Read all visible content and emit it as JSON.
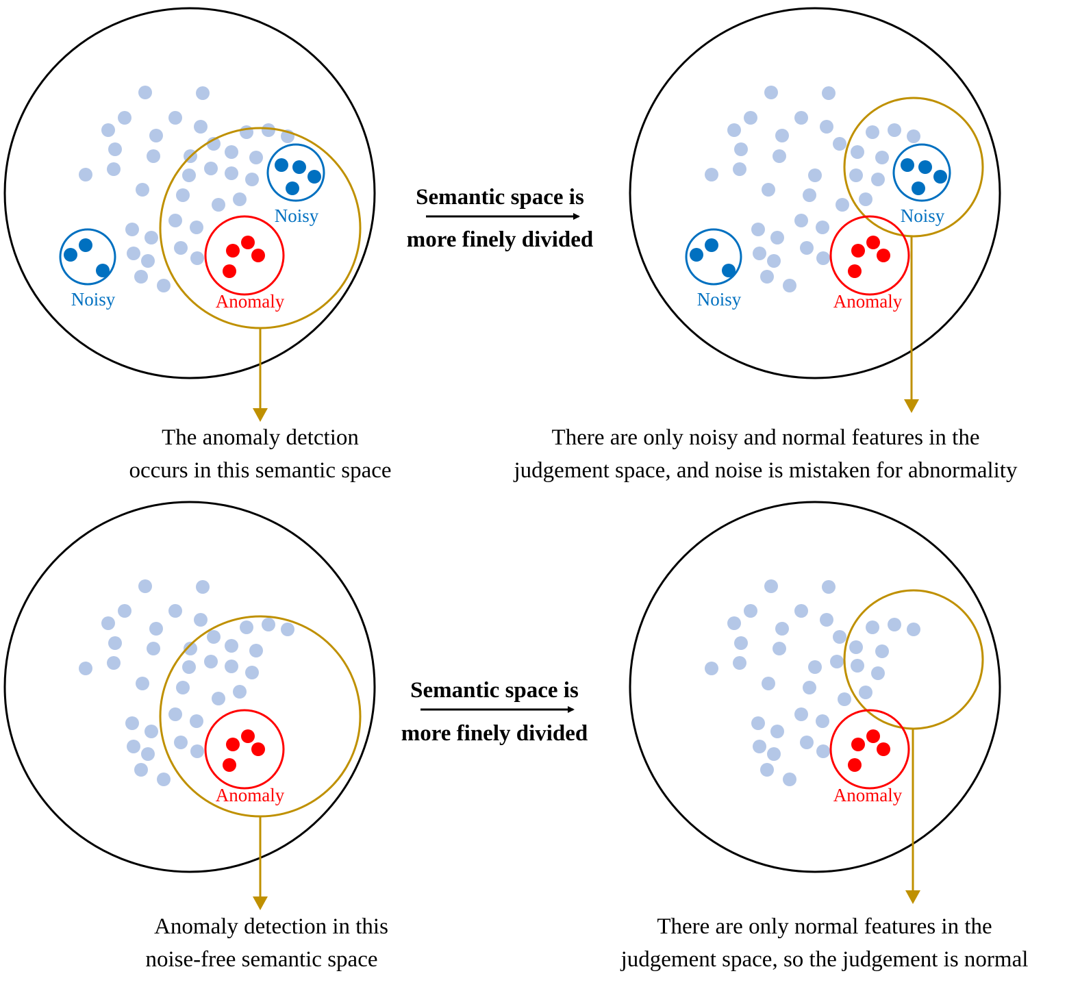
{
  "colors": {
    "normal_point": "#b4c7e7",
    "noisy": "#0070c0",
    "anomaly": "#ff0000",
    "judgement_circle": "#bf9000",
    "space_outline": "#000000"
  },
  "panels": {
    "top_left": {
      "noisy_label": "Noisy",
      "noisy_label_2": "Noisy",
      "anomaly_label": "Anomaly"
    },
    "top_right": {
      "noisy_label": "Noisy",
      "noisy_label_2": "Noisy",
      "anomaly_label": "Anomaly"
    },
    "bottom_left": {
      "anomaly_label": "Anomaly"
    },
    "bottom_right": {
      "anomaly_label": "Anomaly"
    }
  },
  "arrows": {
    "top": {
      "line1": "Semantic space is",
      "line2": "more finely divided"
    },
    "bottom": {
      "line1": "Semantic space is",
      "line2": "more finely divided"
    }
  },
  "captions": {
    "top_left": {
      "line1": "The anomaly detction",
      "line2": "occurs in this semantic space"
    },
    "top_right": {
      "line1": "There are only noisy and normal features in the",
      "line2": "judgement space, and noise is mistaken for abnormality"
    },
    "bottom_left": {
      "line1": "Anomaly detection in this",
      "line2": "noise-free semantic space"
    },
    "bottom_right": {
      "line1": "There are only normal features in the",
      "line2": "judgement space, so the judgement is normal"
    }
  }
}
